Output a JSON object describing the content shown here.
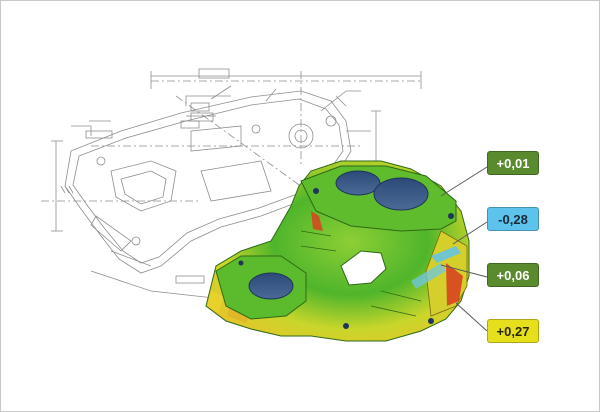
{
  "callouts": [
    {
      "label": "+0,01",
      "bg": "#5a8a2e",
      "fg": "#ffffff"
    },
    {
      "label": "-0,28",
      "bg": "#5ec3ec",
      "fg": "#1b2a36"
    },
    {
      "label": "+0,06",
      "bg": "#5a8a2e",
      "fg": "#ffffff"
    },
    {
      "label": "+0,27",
      "bg": "#e6df1c",
      "fg": "#2a2a0a"
    }
  ],
  "colors": {
    "drawing_line": "#8e8e8e",
    "part_green": "#4fb52b",
    "part_yellow": "#d9dc2a",
    "part_red": "#d8431f",
    "bore_blue": "#3b5a86",
    "leader_line": "#5a5a5a"
  }
}
